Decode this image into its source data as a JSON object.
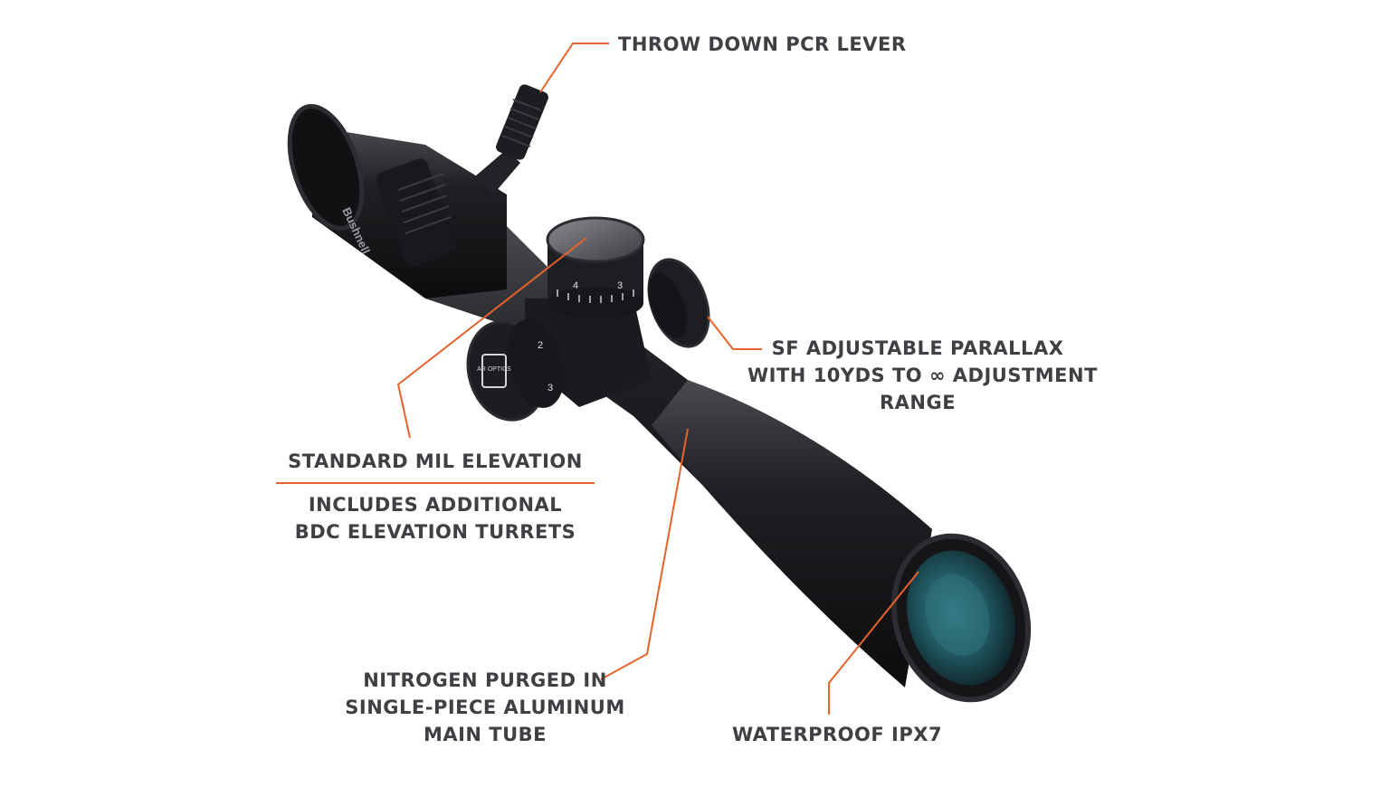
{
  "colors": {
    "background": "#ffffff",
    "callout_line": "#e8632b",
    "label_text": "#3f3f44",
    "scope_body": "#1b1c1f",
    "lens_tint": "#2f6f7a"
  },
  "product": {
    "brand_marking": "Bushnell",
    "turret_badge": "AR OPTICS"
  },
  "callouts": {
    "pcr_lever": {
      "title": "THROW DOWN PCR LEVER"
    },
    "parallax": {
      "lines": [
        "SF ADJUSTABLE PARALLAX",
        "WITH 10YDS TO ∞ ADJUSTMENT",
        "RANGE"
      ]
    },
    "elevation": {
      "title": "STANDARD MIL ELEVATION",
      "subtitle_lines": [
        "INCLUDES ADDITIONAL",
        "BDC ELEVATION TURRETS"
      ]
    },
    "main_tube": {
      "lines": [
        "NITROGEN PURGED IN",
        "SINGLE-PIECE ALUMINUM",
        "MAIN TUBE"
      ]
    },
    "waterproof": {
      "title": "WATERPROOF IPX7"
    }
  },
  "turret_ticks": [
    "4",
    "3",
    "2",
    "3"
  ],
  "icons": {
    "scope": "rifle-scope-illustration",
    "lens": "objective-lens",
    "lever": "pcr-lever"
  }
}
